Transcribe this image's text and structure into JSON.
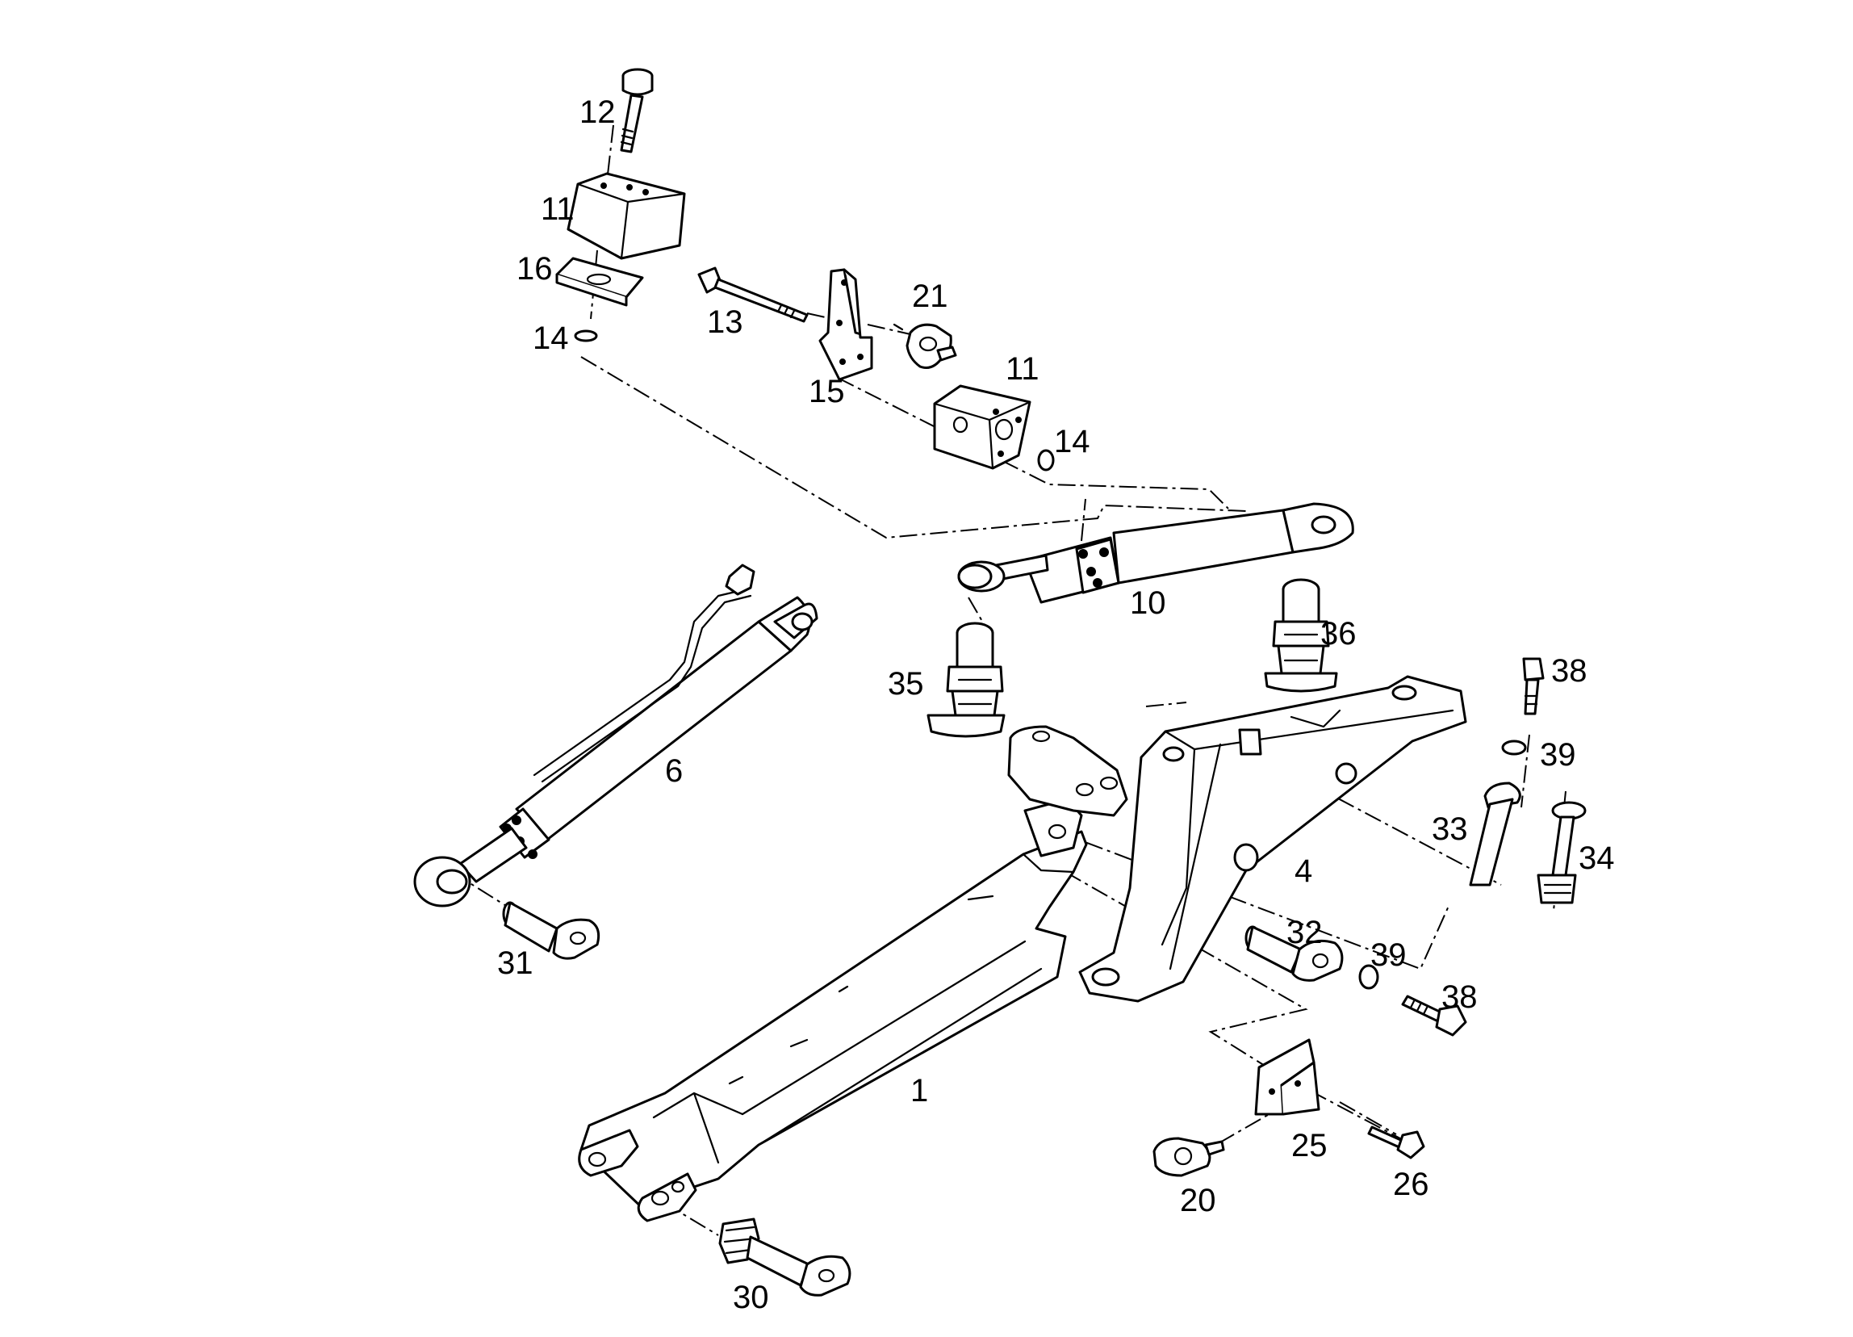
{
  "diagram": {
    "part_numbers": {
      "p1": "1",
      "p4": "4",
      "p6": "6",
      "p10": "10",
      "p11a": "11",
      "p11b": "11",
      "p12": "12",
      "p13": "13",
      "p14a": "14",
      "p14b": "14",
      "p15": "15",
      "p16": "16",
      "p20": "20",
      "p21": "21",
      "p25": "25",
      "p26": "26",
      "p30": "30",
      "p31": "31",
      "p32": "32",
      "p33": "33",
      "p34": "34",
      "p35": "35",
      "p36": "36",
      "p38a": "38",
      "p38b": "38",
      "p39a": "39",
      "p39b": "39"
    },
    "colors": {
      "line": "#000000",
      "background": "#ffffff"
    }
  }
}
